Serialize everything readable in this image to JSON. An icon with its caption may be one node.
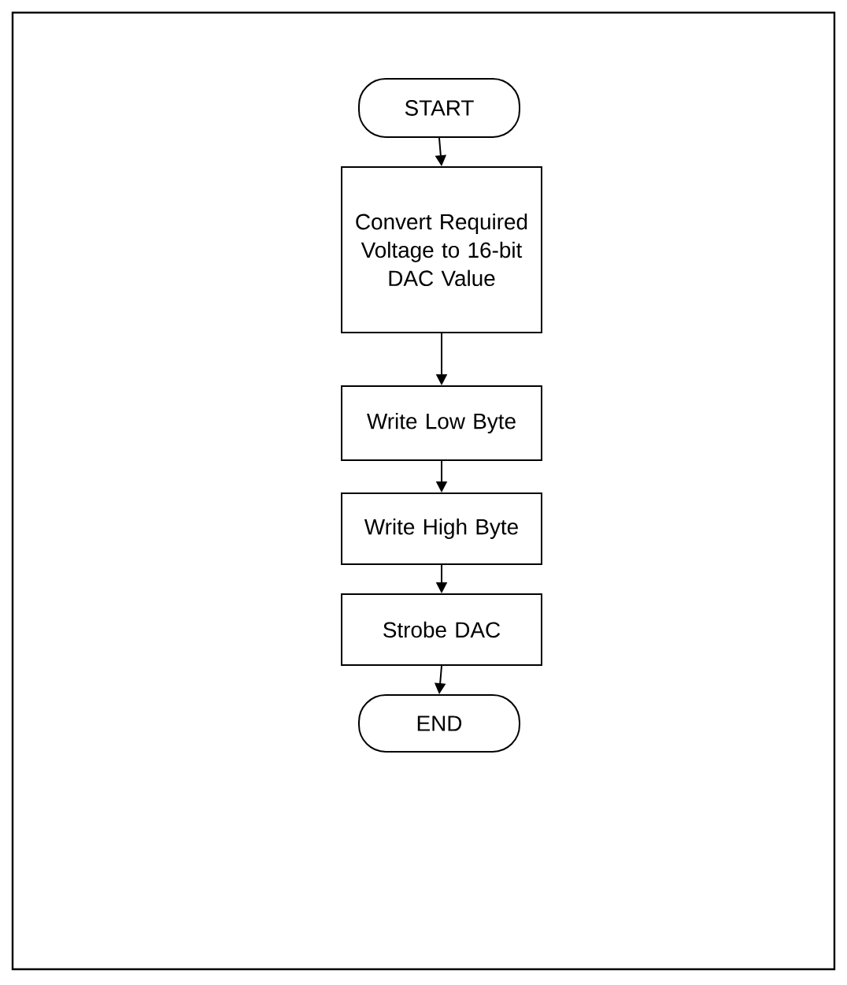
{
  "diagram": {
    "nodes": [
      {
        "text": [
          "START"
        ]
      },
      {
        "text": [
          "Convert Required Voltage to 16-bit DAC Value"
        ]
      },
      {
        "text": [
          "Write Low Byte"
        ]
      },
      {
        "text": [
          "Write High Byte"
        ]
      },
      {
        "text": [
          "Strobe DAC"
        ]
      },
      {
        "text": [
          "END"
        ]
      }
    ],
    "edges": [
      {
        "from": 0,
        "to": 1,
        "arrow": "to"
      },
      {
        "from": 1,
        "to": 2,
        "arrow": "to"
      },
      {
        "from": 2,
        "to": 3,
        "arrow": "to"
      },
      {
        "from": 3,
        "to": 4,
        "arrow": "to"
      },
      {
        "from": 4,
        "to": 5,
        "arrow": "to"
      }
    ]
  }
}
